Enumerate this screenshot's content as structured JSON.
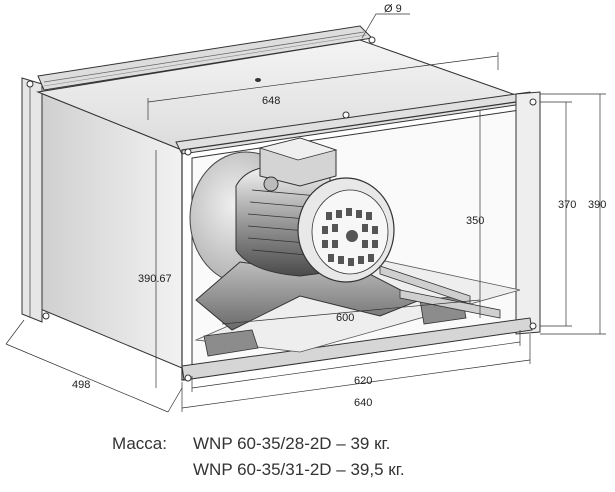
{
  "dimensions": {
    "hole_diameter": "Ø 9",
    "top_length": "648",
    "side_height": "390.67",
    "inner_depth": "350",
    "flange_370": "370",
    "flange_390": "390",
    "base_600": "600",
    "depth_498": "498",
    "width_620": "620",
    "width_640": "640"
  },
  "caption": {
    "label": "Масса:",
    "line1": "WNP 60-35/28-2D – 39 кг.",
    "line2": "WNP 60-35/31-2D – 39,5 кг."
  }
}
